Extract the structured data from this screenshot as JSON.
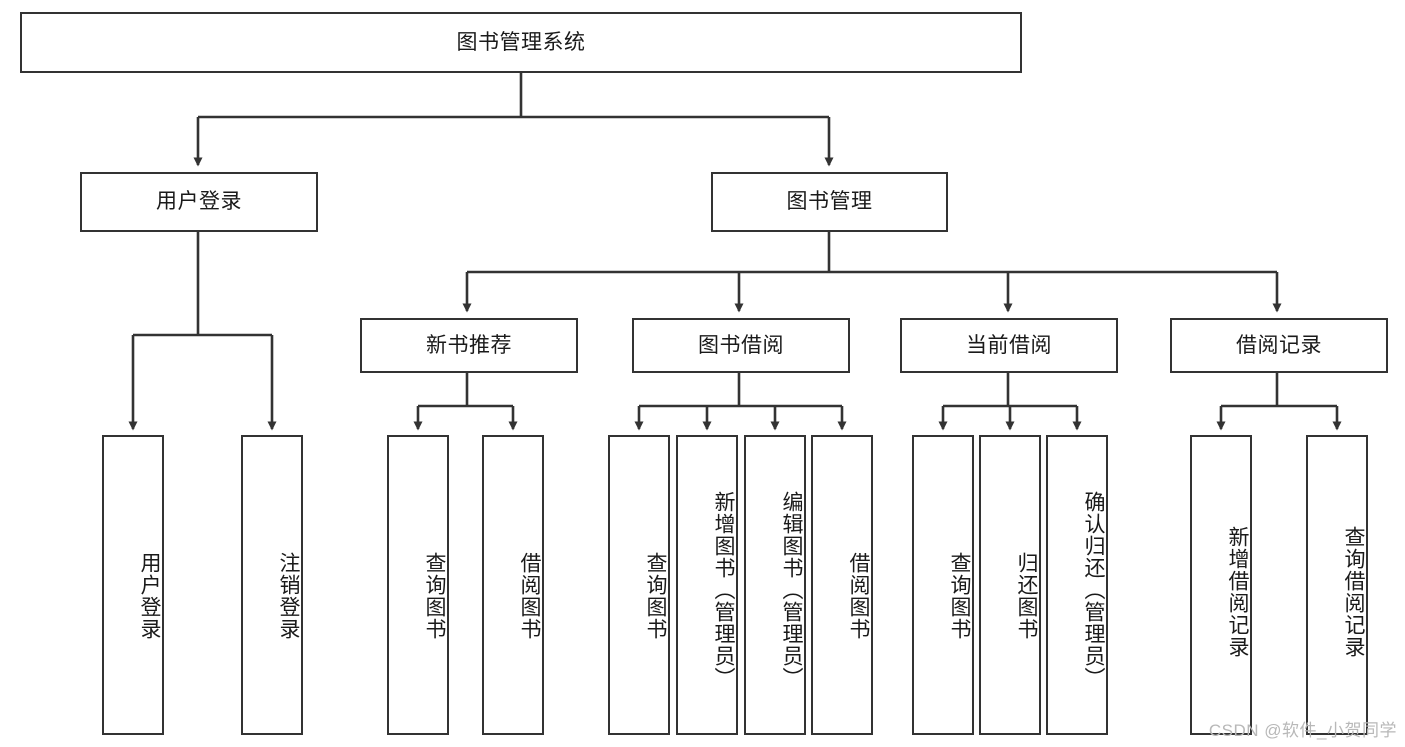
{
  "diagram": {
    "title": "图书管理系统",
    "type": "tree",
    "stroke_color": "#333333",
    "fill_color": "#ffffff",
    "text_color": "#1a1a1a",
    "root": {
      "id": "root",
      "label": "图书管理系统"
    },
    "level2": [
      {
        "id": "user-login",
        "label": "用户登录"
      },
      {
        "id": "book-manage",
        "label": "图书管理"
      }
    ],
    "level3": [
      {
        "id": "new-book-rec",
        "label": "新书推荐",
        "parent": "book-manage"
      },
      {
        "id": "book-borrow",
        "label": "图书借阅",
        "parent": "book-manage"
      },
      {
        "id": "current-borrow",
        "label": "当前借阅",
        "parent": "book-manage"
      },
      {
        "id": "borrow-record",
        "label": "借阅记录",
        "parent": "book-manage"
      }
    ],
    "leaves": [
      {
        "id": "leaf-user-login",
        "label": "用户登录",
        "parent": "user-login"
      },
      {
        "id": "leaf-user-logout",
        "label": "注销登录",
        "parent": "user-login"
      },
      {
        "id": "leaf-rec-query",
        "label": "查询图书",
        "parent": "new-book-rec"
      },
      {
        "id": "leaf-rec-borrow",
        "label": "借阅图书",
        "parent": "new-book-rec"
      },
      {
        "id": "leaf-borrow-query",
        "label": "查询图书",
        "parent": "book-borrow"
      },
      {
        "id": "leaf-borrow-add",
        "label": "新增图书（管理员）",
        "parent": "book-borrow"
      },
      {
        "id": "leaf-borrow-edit",
        "label": "编辑图书（管理员）",
        "parent": "book-borrow"
      },
      {
        "id": "leaf-borrow-lend",
        "label": "借阅图书",
        "parent": "book-borrow"
      },
      {
        "id": "leaf-cur-query",
        "label": "查询图书",
        "parent": "current-borrow"
      },
      {
        "id": "leaf-cur-return",
        "label": "归还图书",
        "parent": "current-borrow"
      },
      {
        "id": "leaf-cur-confirm",
        "label": "确认归还（管理员）",
        "parent": "current-borrow"
      },
      {
        "id": "leaf-rec-add",
        "label": "新增借阅记录",
        "parent": "borrow-record"
      },
      {
        "id": "leaf-rec-search",
        "label": "查询借阅记录",
        "parent": "borrow-record"
      }
    ]
  },
  "watermark": {
    "text": "CSDN @软件_小贺同学"
  }
}
